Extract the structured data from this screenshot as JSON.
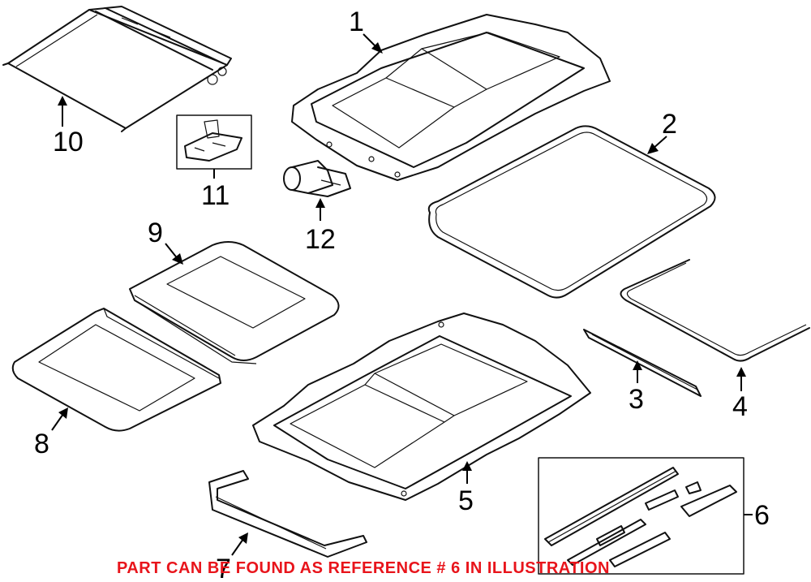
{
  "callouts": {
    "c1": "1",
    "c2": "2",
    "c3": "3",
    "c4": "4",
    "c5": "5",
    "c6": "6",
    "c7": "7",
    "c8": "8",
    "c9": "9",
    "c10": "10",
    "c11": "11",
    "c12": "12"
  },
  "note": "PART CAN BE FOUND AS REFERENCE # 6 IN ILLUSTRATION",
  "colors": {
    "note": "#e8141b",
    "linework": "#111111",
    "background": "#ffffff"
  }
}
